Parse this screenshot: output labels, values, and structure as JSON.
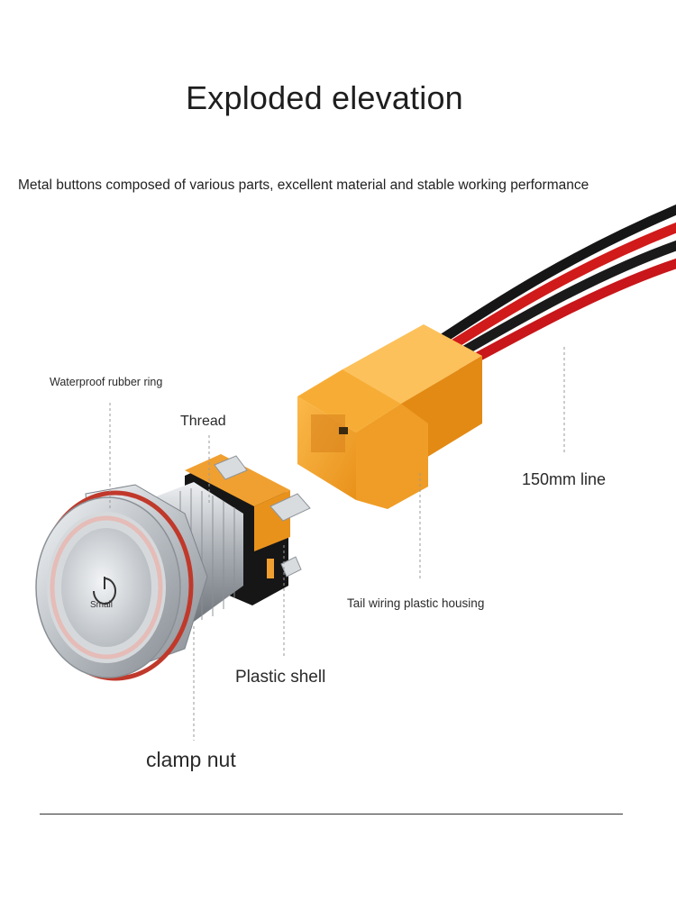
{
  "title": "Exploded elevation",
  "subtitle": "Metal buttons composed of various parts, excellent material and stable working performance",
  "labels": {
    "waterproof_ring": "Waterproof rubber ring",
    "thread": "Thread",
    "line": "150mm line",
    "housing": "Tail wiring plastic housing",
    "shell": "Plastic shell",
    "clamp_nut": "clamp nut"
  },
  "button_face_text": "Small",
  "colors": {
    "housing_orange": "#f5a623",
    "wire_red": "#d11a1a",
    "wire_black": "#161616",
    "steel": "#c8ccd0",
    "ring_red": "#c0392b"
  }
}
